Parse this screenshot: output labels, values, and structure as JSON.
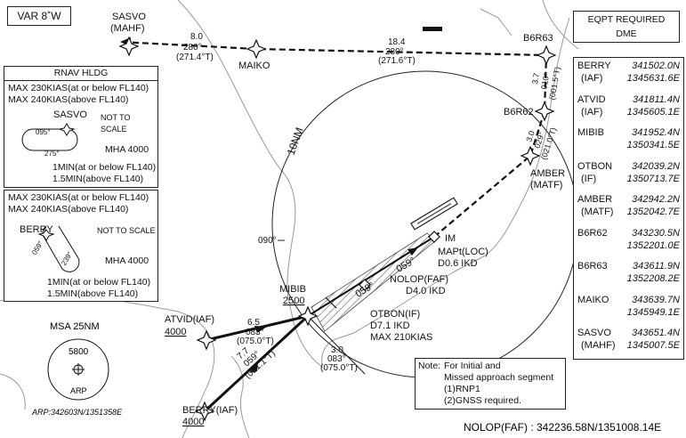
{
  "variation": "VAR 8˚W",
  "eqpt": {
    "title": "EQPT REQUIRED",
    "item": "DME"
  },
  "coordinates": [
    {
      "name": "BERRY",
      "role": "(IAF)",
      "lat": "341502.0N",
      "lon": "1345631.6E"
    },
    {
      "name": "ATVID",
      "role": "(IAF)",
      "lat": "341811.4N",
      "lon": "1345605.1E"
    },
    {
      "name": "MIBIB",
      "role": "",
      "lat": "341952.4N",
      "lon": "1350341.5E"
    },
    {
      "name": "OTBON",
      "role": "(IF)",
      "lat": "342039.2N",
      "lon": "1350713.7E"
    },
    {
      "name": "AMBER",
      "role": "(MATF)",
      "lat": "342942.2N",
      "lon": "1352042.7E"
    },
    {
      "name": "B6R62",
      "role": "",
      "lat": "343230.5N",
      "lon": "1352201.0E"
    },
    {
      "name": "B6R63",
      "role": "",
      "lat": "343611.9N",
      "lon": "1352208.2E"
    },
    {
      "name": "MAIKO",
      "role": "",
      "lat": "343639.7N",
      "lon": "1345949.1E"
    },
    {
      "name": "SASVO",
      "role": "(MAHF)",
      "lat": "343651.4N",
      "lon": "1345007.5E"
    }
  ],
  "hold1": {
    "title": "RNAV HLDG",
    "line1": "MAX 230KIAS(at or below FL140)",
    "line2": "MAX 240KIAS(above FL140)",
    "fix": "SASVO",
    "not_to_scale": "NOT TO SCALE",
    "inbound": "095°",
    "outbound": "275°",
    "mha": "MHA 4000",
    "time1": "1MIN(at or below FL140)",
    "time2": "1.5MIN(above FL140)"
  },
  "hold2": {
    "line1": "MAX 230KIAS(at or below FL140)",
    "line2": "MAX 240KIAS(above FL140)",
    "fix": "BERRY",
    "not_to_scale": "NOT TO SCALE",
    "inbound": "059°",
    "outbound": "239°",
    "mha": "MHA 4000",
    "time1": "1MIN(at or below FL140)",
    "time2": "1.5MIN(above FL140)"
  },
  "msa": {
    "title": "MSA 25NM",
    "altitude": "5800",
    "center": "ARP",
    "arp": "ARP:342603N/1351358E"
  },
  "note": {
    "label": "Note:",
    "line1": "For Initial and",
    "line2": "Missed approach segment",
    "line3": "(1)RNP1",
    "line4": "(2)GNSS required."
  },
  "faf_coord": "NOLOP(FAF) : 342236.58N/1351008.14E",
  "chart": {
    "sasvo_label": "SASVO",
    "sasvo_role": "(MAHF)",
    "maiko_label": "MAIKO",
    "b6r63_label": "B6R63",
    "b6r62_label": "B6R62",
    "amber_label": "AMBER",
    "amber_role": "(MATF)",
    "mibib_label": "MIBIB",
    "mibib_alt": "2500",
    "atvid_label": "ATVID(IAF)",
    "atvid_alt": "4000",
    "berry_label": "BERRY(IAF)",
    "berry_alt": "4000",
    "im_label": "IM",
    "mapt_1": "MAPt(LOC)",
    "mapt_2": "D0.6 IKD",
    "nolop_1": "NOLOP(FAF)",
    "nolop_2": "D4.0 IKD",
    "otbon_1": "OTBON(IF)",
    "otbon_2": "D7.1 IKD",
    "otbon_3": "MAX 210KIAS",
    "ring_label": "10NM",
    "radial_label": "090°",
    "leg_sasvo_maiko": [
      "8.0",
      "280°",
      "(271.4°T)"
    ],
    "leg_maiko_b6r63": [
      "18.4",
      "280°",
      "(271.6°T)"
    ],
    "leg_b6r63_b6r62": [
      "3.7",
      "010°",
      "(001.5°T)"
    ],
    "leg_b6r62_amber": [
      "3.0",
      "029°",
      "(021.0°T)"
    ],
    "leg_atvid_mibib": [
      "6.5",
      "083°",
      "(075.0°T)"
    ],
    "leg_berry_mibib": [
      "7.7",
      "059°",
      "(051.1°T)"
    ],
    "leg_mibib_otbon": [
      "3.0",
      "083°",
      "(075.0°T)"
    ],
    "course_059": "059°"
  }
}
